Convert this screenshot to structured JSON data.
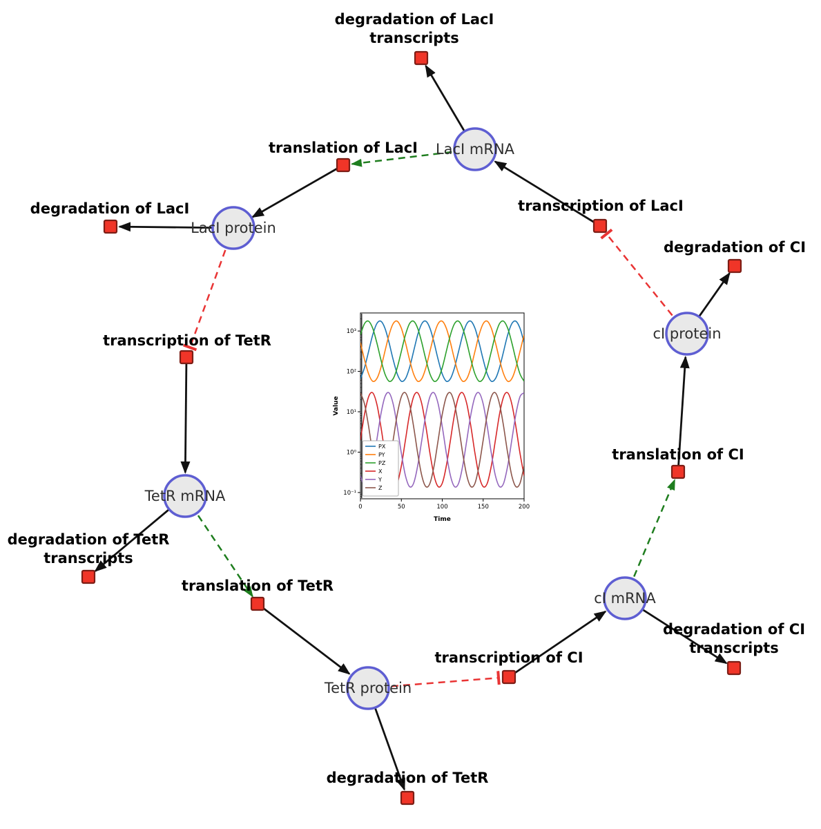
{
  "diagram": {
    "species": [
      {
        "id": "laci-mrna",
        "label": "LacI mRNA"
      },
      {
        "id": "laci-protein",
        "label": "LacI protein"
      },
      {
        "id": "tetr-mrna",
        "label": "TetR mRNA"
      },
      {
        "id": "tetr-protein",
        "label": "TetR protein"
      },
      {
        "id": "ci-mrna",
        "label": "cI mRNA"
      },
      {
        "id": "ci-protein",
        "label": "cI protein"
      }
    ],
    "reactions": [
      {
        "id": "deg-laci-transcripts",
        "label_lines": [
          "degradation of LacI",
          "transcripts"
        ]
      },
      {
        "id": "translation-laci",
        "label_lines": [
          "translation of LacI"
        ]
      },
      {
        "id": "transcription-laci",
        "label_lines": [
          "transcription of LacI"
        ]
      },
      {
        "id": "deg-laci",
        "label_lines": [
          "degradation of LacI"
        ]
      },
      {
        "id": "deg-ci",
        "label_lines": [
          "degradation of CI"
        ]
      },
      {
        "id": "transcription-tetr",
        "label_lines": [
          "transcription of TetR"
        ]
      },
      {
        "id": "deg-tetr-transcripts",
        "label_lines": [
          "degradation of TetR",
          "transcripts"
        ]
      },
      {
        "id": "translation-tetr",
        "label_lines": [
          "translation of TetR"
        ]
      },
      {
        "id": "translation-ci",
        "label_lines": [
          "translation of CI"
        ]
      },
      {
        "id": "deg-tetr",
        "label_lines": [
          "degradation of TetR"
        ]
      },
      {
        "id": "transcription-ci",
        "label_lines": [
          "transcription of CI"
        ]
      },
      {
        "id": "deg-ci-transcripts",
        "label_lines": [
          "degradation of CI",
          "transcripts"
        ]
      }
    ],
    "colors": {
      "species_fill": "#e9e9e9",
      "species_stroke": "#5e5ed2",
      "reaction_fill": "#f03528",
      "reaction_stroke": "#7c1d15",
      "edge_solid": "#111111",
      "edge_modifier": "#1e7d1e",
      "edge_inhibition": "#e93434"
    }
  },
  "chart_data": {
    "type": "line",
    "title": "",
    "xlabel": "Time",
    "ylabel": "Value",
    "y_scale": "log",
    "xlim": [
      0,
      200
    ],
    "ylim": [
      0.07,
      2800
    ],
    "x_ticks": [
      0,
      50,
      100,
      150,
      200
    ],
    "y_tick_values": [
      0.1,
      1,
      10,
      100,
      1000
    ],
    "y_tick_labels": [
      "10⁻¹",
      "10⁰",
      "10¹",
      "10²",
      "10³"
    ],
    "legend_position": "lower left",
    "grid": false,
    "transient_line_x": 1.5,
    "x": [
      0,
      5,
      10,
      15,
      20,
      25,
      30,
      35,
      40,
      45,
      50,
      55,
      60,
      65,
      70,
      75,
      80,
      85,
      90,
      95,
      100,
      105,
      110,
      115,
      120,
      125,
      130,
      135,
      140,
      145,
      150,
      155,
      160,
      165,
      170,
      175,
      180,
      185,
      190,
      195,
      200
    ],
    "series": [
      {
        "name": "PX",
        "color": "#1f77b4",
        "values": [
          66,
          124,
          316,
          805,
          1521,
          1748,
          1166,
          514,
          195,
          86,
          57,
          66,
          124,
          316,
          805,
          1521,
          1748,
          1166,
          514,
          195,
          86,
          57,
          66,
          124,
          316,
          805,
          1521,
          1748,
          1166,
          514,
          195,
          86,
          57,
          66,
          124,
          316,
          805,
          1521,
          1748,
          1166,
          514
        ]
      },
      {
        "name": "PY",
        "color": "#ff7f0e",
        "values": [
          514,
          195,
          86,
          57,
          66,
          124,
          316,
          805,
          1521,
          1748,
          1166,
          514,
          195,
          86,
          57,
          66,
          124,
          316,
          805,
          1521,
          1748,
          1166,
          514,
          195,
          86,
          57,
          66,
          124,
          316,
          805,
          1521,
          1748,
          1166,
          514,
          195,
          86,
          57,
          66,
          124,
          316,
          805
        ]
      },
      {
        "name": "PZ",
        "color": "#2ca02c",
        "values": [
          805,
          1521,
          1748,
          1166,
          514,
          195,
          86,
          57,
          66,
          124,
          316,
          805,
          1521,
          1748,
          1166,
          514,
          195,
          86,
          57,
          66,
          124,
          316,
          805,
          1521,
          1748,
          1166,
          514,
          195,
          86,
          57,
          66,
          124,
          316,
          805,
          1521,
          1748,
          1166,
          514,
          195,
          86,
          57
        ]
      },
      {
        "name": "X",
        "color": "#d62728",
        "values": [
          2,
          8.7,
          23.6,
          29.4,
          15.6,
          4.3,
          0.93,
          0.26,
          0.14,
          0.17,
          0.46,
          2,
          8.7,
          23.6,
          29.4,
          15.6,
          4.3,
          0.93,
          0.26,
          0.14,
          0.17,
          0.46,
          2,
          8.7,
          23.6,
          29.4,
          15.6,
          4.3,
          0.93,
          0.26,
          0.14,
          0.17,
          0.46,
          2,
          8.7,
          23.6,
          29.4,
          15.6,
          4.3,
          0.93,
          0.26
        ]
      },
      {
        "name": "Y",
        "color": "#9467bd",
        "values": [
          0.26,
          0.14,
          0.17,
          0.46,
          2,
          8.7,
          23.6,
          29.4,
          15.6,
          4.3,
          0.93,
          0.26,
          0.14,
          0.17,
          0.46,
          2,
          8.7,
          23.6,
          29.4,
          15.6,
          4.3,
          0.93,
          0.26,
          0.14,
          0.17,
          0.46,
          2,
          8.7,
          23.6,
          29.4,
          15.6,
          4.3,
          0.93,
          0.26,
          0.14,
          0.17,
          0.46,
          2,
          8.7,
          23.6,
          29.4
        ]
      },
      {
        "name": "Z",
        "color": "#8c564b",
        "values": [
          29.4,
          15.6,
          4.3,
          0.93,
          0.26,
          0.14,
          0.17,
          0.46,
          2,
          8.7,
          23.6,
          29.4,
          15.6,
          4.3,
          0.93,
          0.26,
          0.14,
          0.17,
          0.46,
          2,
          8.7,
          23.6,
          29.4,
          15.6,
          4.3,
          0.93,
          0.26,
          0.14,
          0.17,
          0.46,
          2,
          8.7,
          23.6,
          29.4,
          15.6,
          4.3,
          0.93,
          0.26,
          0.14,
          0.17,
          0.46
        ]
      }
    ]
  }
}
